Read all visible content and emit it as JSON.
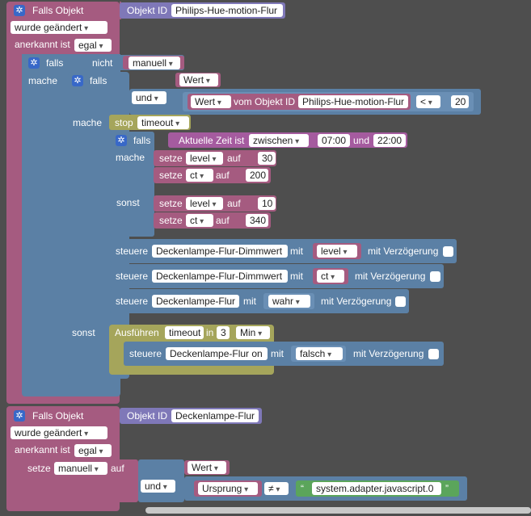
{
  "block1": {
    "title": "Falls Objekt",
    "obj_label": "Objekt ID",
    "obj_id": "Philips-Hue-motion-Flur",
    "changed": "wurde geändert",
    "ack_label": "anerkannt ist",
    "ack_value": "egal",
    "if_label": "falls",
    "not_label": "nicht",
    "manuell_var": "manuell",
    "do_label": "mache",
    "inner_if": "falls",
    "wert": "Wert",
    "and_label": "und",
    "wert2": "Wert",
    "vom_objekt": "vom Objekt ID",
    "obj_id2": "Philips-Hue-motion-Flur",
    "op_lt": "<",
    "num_20": "20",
    "stop_label": "stop",
    "timeout": "timeout",
    "time_if": "falls",
    "time_label": "Aktuelle Zeit ist",
    "zwischen": "zwischen",
    "time_from": "07:00",
    "time_und": "und",
    "time_to": "22:00",
    "mache2": "mache",
    "set1_label": "setze",
    "set1_var": "level",
    "set1_auf": "auf",
    "set1_val": "30",
    "set2_label": "setze",
    "set2_var": "ct",
    "set2_auf": "auf",
    "set2_val": "200",
    "sonst2": "sonst",
    "set3_label": "setze",
    "set3_var": "level",
    "set3_auf": "auf",
    "set3_val": "10",
    "set4_label": "setze",
    "set4_var": "ct",
    "set4_auf": "auf",
    "set4_val": "340",
    "ctrl1_label": "steuere",
    "ctrl1_target": "Deckenlampe-Flur-Dimmwert",
    "ctrl1_mit": "mit",
    "ctrl1_val": "level",
    "ctrl1_delay": "mit Verzögerung",
    "ctrl2_label": "steuere",
    "ctrl2_target": "Deckenlampe-Flur-Dimmwert",
    "ctrl2_mit": "mit",
    "ctrl2_val": "ct",
    "ctrl2_delay": "mit Verzögerung",
    "ctrl3_label": "steuere",
    "ctrl3_target": "Deckenlampe-Flur",
    "ctrl3_mit": "mit",
    "ctrl3_val": "wahr",
    "ctrl3_delay": "mit Verzögerung",
    "sonst1": "sonst",
    "exec_label": "Ausführen",
    "exec_timeout": "timeout",
    "exec_in": "in",
    "exec_num": "3",
    "exec_unit": "Min",
    "ctrl4_label": "steuere",
    "ctrl4_target": "Deckenlampe-Flur on",
    "ctrl4_mit": "mit",
    "ctrl4_val": "falsch",
    "ctrl4_delay": "mit Verzögerung"
  },
  "block2": {
    "title": "Falls Objekt",
    "obj_label": "Objekt ID",
    "obj_id": "Deckenlampe-Flur",
    "changed": "wurde geändert",
    "ack_label": "anerkannt ist",
    "ack_value": "egal",
    "set_label": "setze",
    "set_var": "manuell",
    "set_auf": "auf",
    "wert": "Wert",
    "and_label": "und",
    "ursprung": "Ursprung",
    "op_ne": "≠",
    "str_val": "system.adapter.javascript.0"
  }
}
